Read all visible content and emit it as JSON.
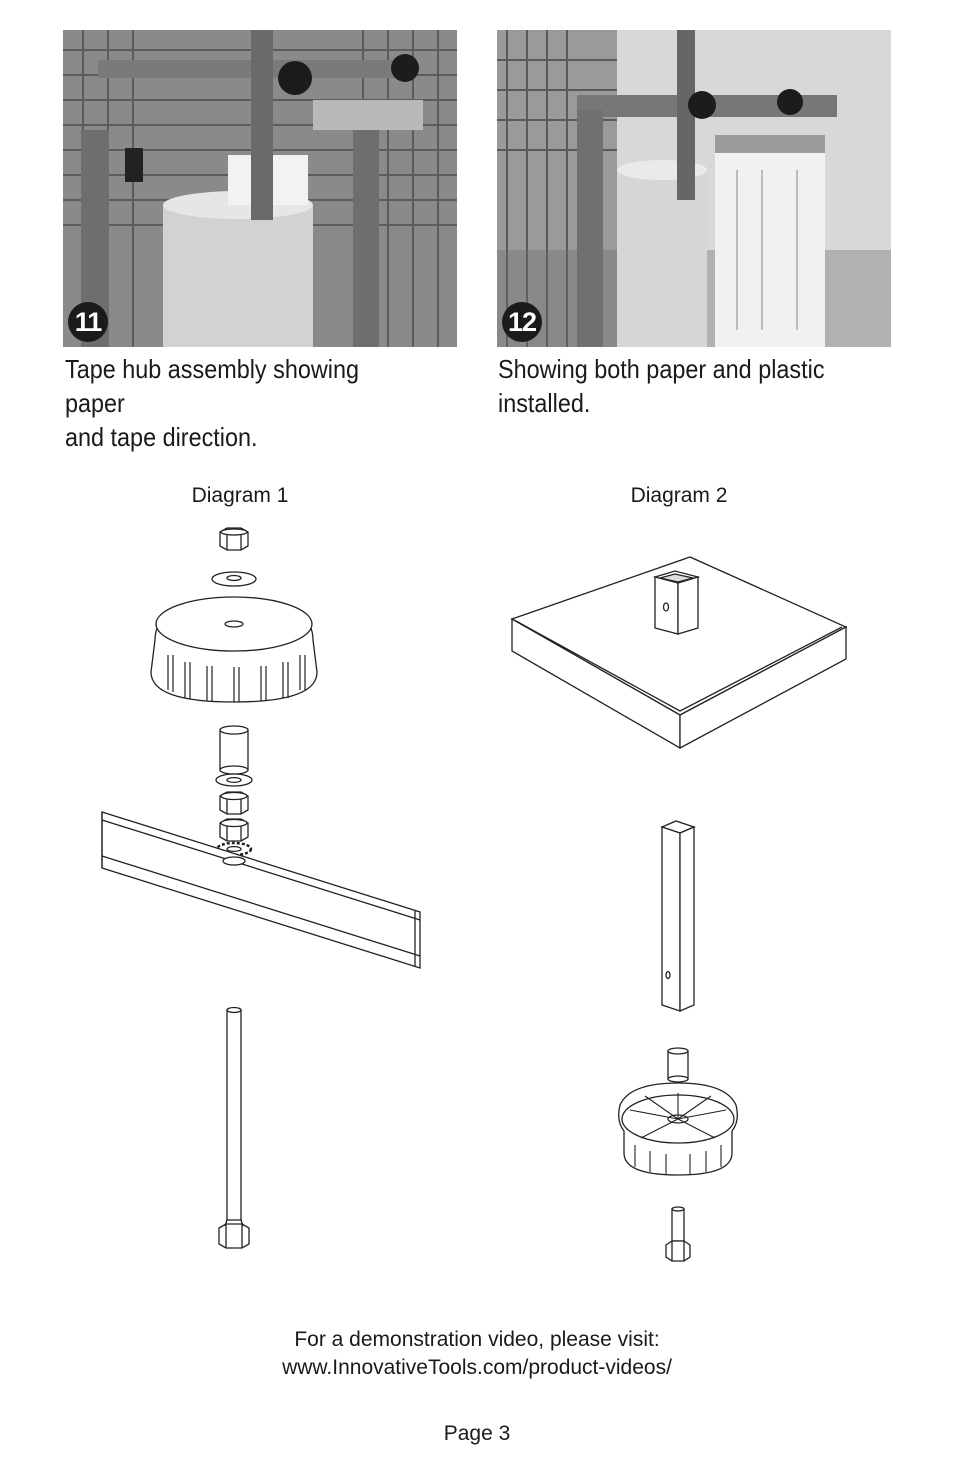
{
  "photos": [
    {
      "step": "11",
      "caption_line1": "Tape hub assembly showing paper",
      "caption_line2": "and tape direction."
    },
    {
      "step": "12",
      "caption_line1": "Showing both paper and plastic",
      "caption_line2": "installed."
    }
  ],
  "diagrams": [
    {
      "title": "Diagram 1"
    },
    {
      "title": "Diagram 2"
    }
  ],
  "footer": {
    "line1": "For a demonstration video, please visit:",
    "line2": "www.InnovativeTools.com/product-videos/",
    "page": "Page 3"
  }
}
